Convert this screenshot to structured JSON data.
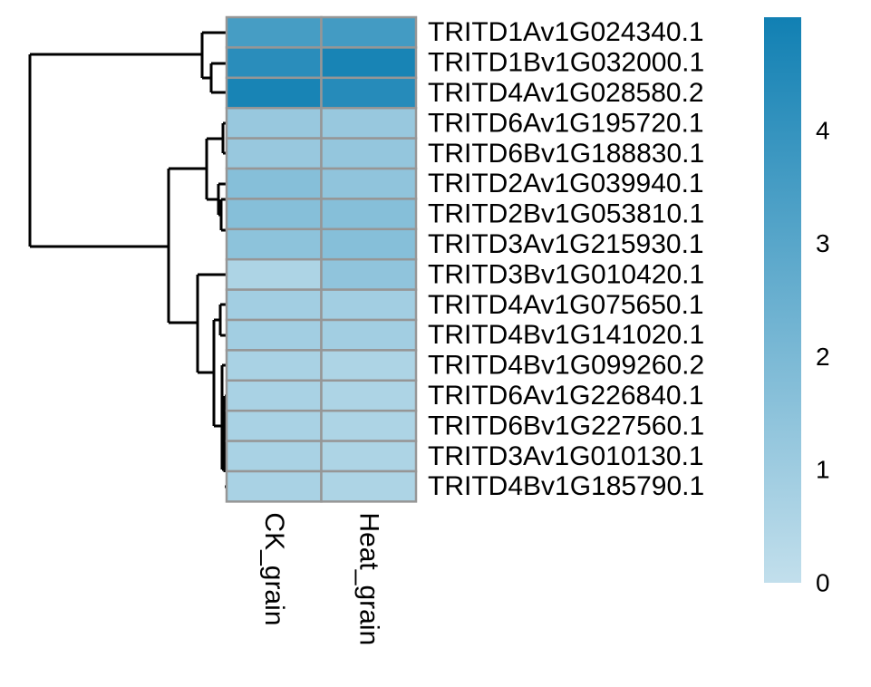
{
  "chart_data": {
    "type": "heatmap",
    "columns": [
      "CK_grain",
      "Heat_grain"
    ],
    "rows": [
      "TRITD1Av1G024340.1",
      "TRITD1Bv1G032000.1",
      "TRITD4Av1G028580.2",
      "TRITD6Av1G195720.1",
      "TRITD6Bv1G188830.1",
      "TRITD2Av1G039940.1",
      "TRITD2Bv1G053810.1",
      "TRITD3Av1G215930.1",
      "TRITD3Bv1G010420.1",
      "TRITD4Av1G075650.1",
      "TRITD4Bv1G141020.1",
      "TRITD4Bv1G099260.2",
      "TRITD6Av1G226840.1",
      "TRITD6Bv1G227560.1",
      "TRITD3Av1G010130.1",
      "TRITD4Bv1G185790.1"
    ],
    "values": [
      [
        3.5,
        3.6
      ],
      [
        4.3,
        4.8
      ],
      [
        4.8,
        4.4
      ],
      [
        1.2,
        1.2
      ],
      [
        1.2,
        1.3
      ],
      [
        1.7,
        1.4
      ],
      [
        1.7,
        1.7
      ],
      [
        1.5,
        1.7
      ],
      [
        0.6,
        1.4
      ],
      [
        0.9,
        0.9
      ],
      [
        0.9,
        0.9
      ],
      [
        0.7,
        0.6
      ],
      [
        0.7,
        0.6
      ],
      [
        0.7,
        0.6
      ],
      [
        0.7,
        0.6
      ],
      [
        0.7,
        0.6
      ]
    ],
    "color_scale": {
      "min": 0,
      "max": 5,
      "low_color": "#c2dfec",
      "high_color": "#1180b3",
      "cell_border": "#969696",
      "ticks": [
        "0",
        "1",
        "2",
        "3",
        "4"
      ]
    },
    "row_dendrogram": "shown-left",
    "legend_position": "right"
  }
}
